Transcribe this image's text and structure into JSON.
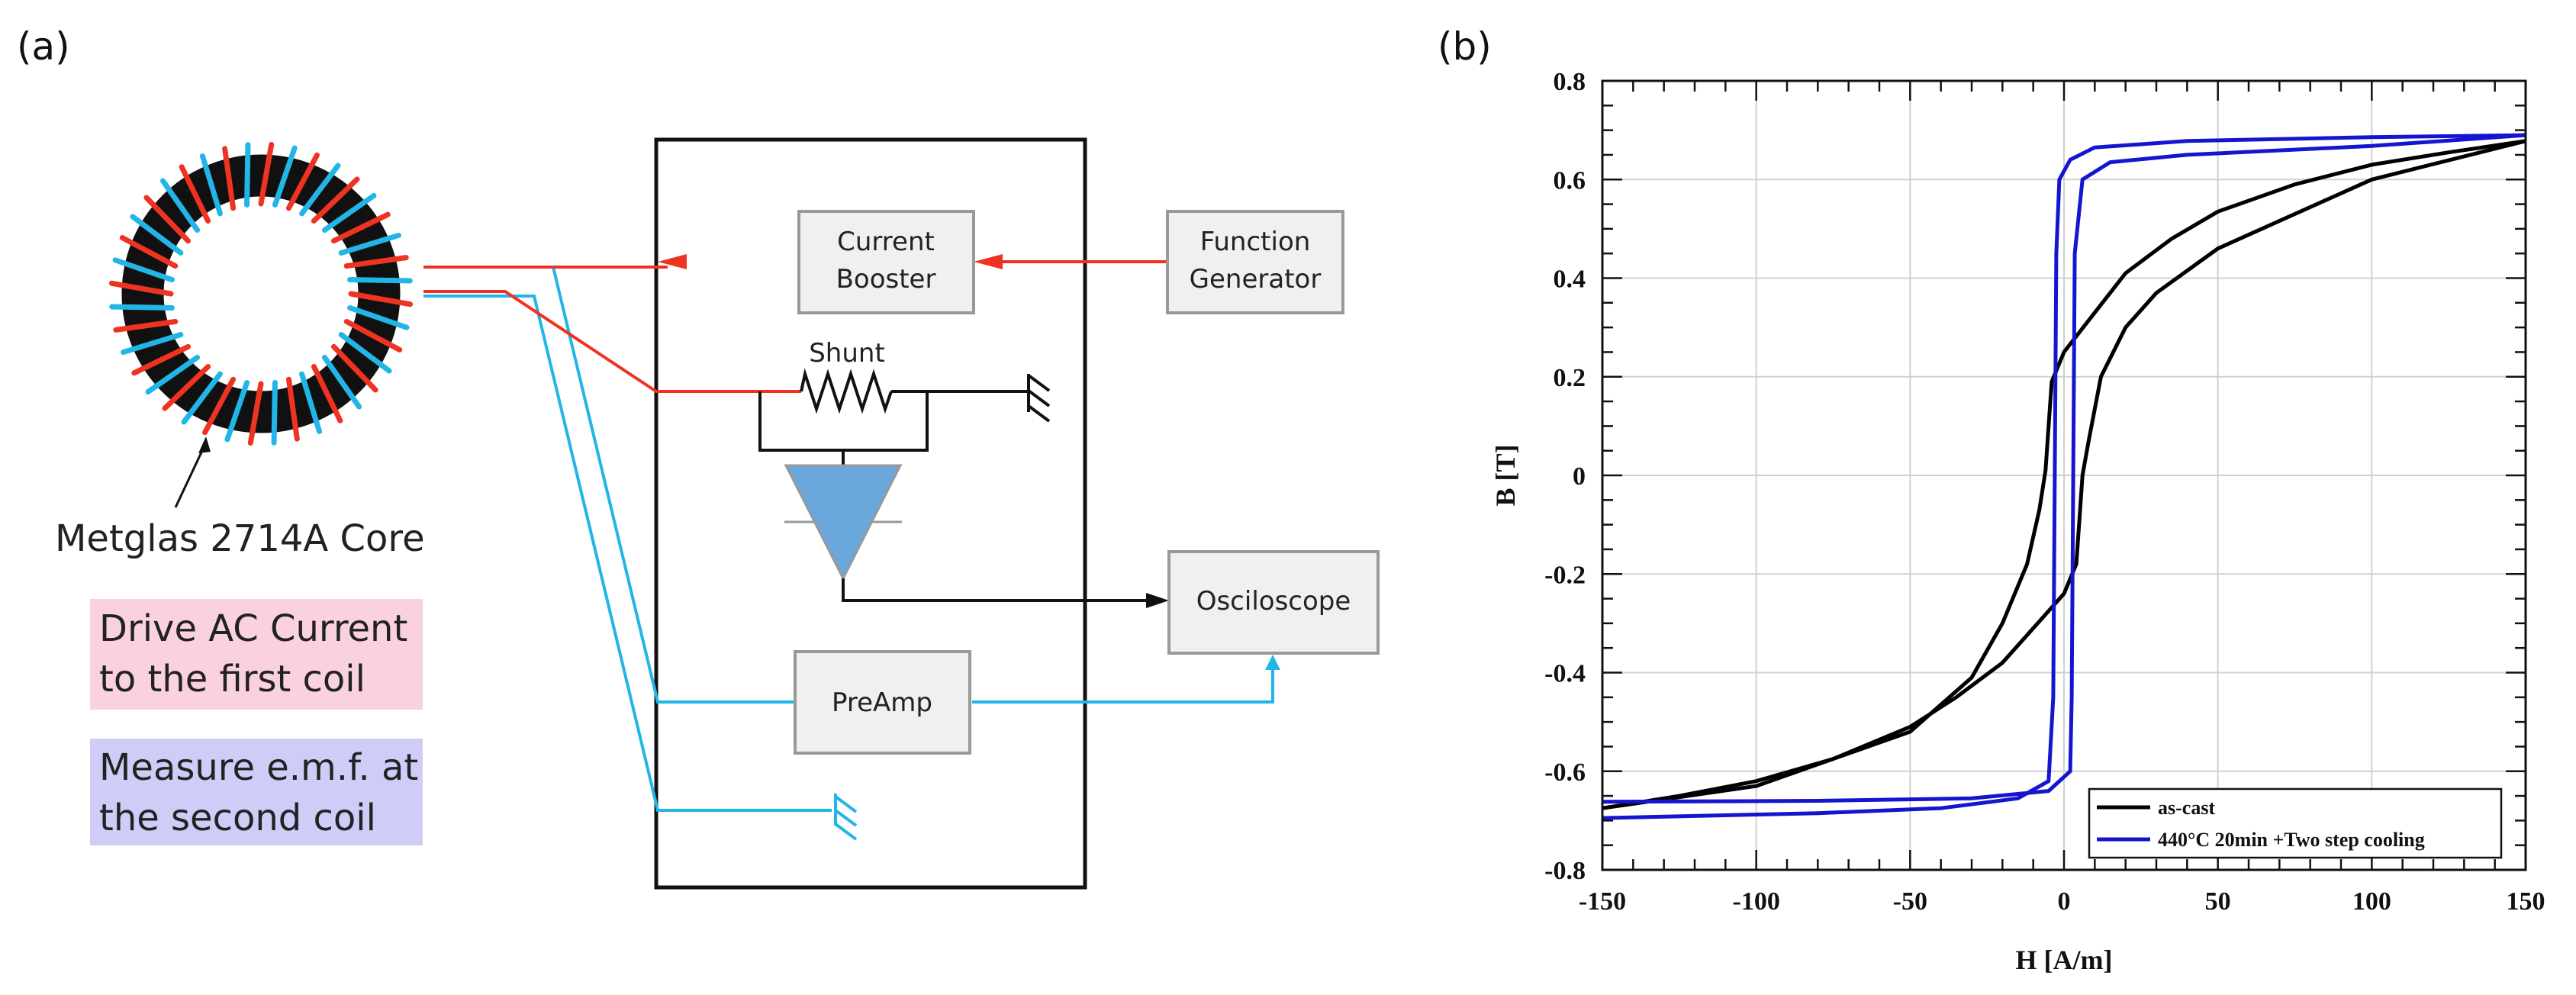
{
  "panel_a": {
    "label": "(a)",
    "core_label": "Metglas 2714A Core",
    "blocks": {
      "current_booster": [
        "Current",
        "Booster"
      ],
      "function_generator": [
        "Function",
        "Generator"
      ],
      "oscilloscope": "Osciloscope",
      "preamp": "PreAmp",
      "shunt": "Shunt"
    },
    "legend": {
      "drive": [
        "Drive AC Current",
        "to the first coil"
      ],
      "measure": [
        "Measure e.m.f. at",
        "the second coil"
      ]
    },
    "colors": {
      "drive_wire": "#ee3322",
      "sense_wire": "#22b5e8",
      "drive_box": "#f9d2de",
      "measure_box": "#cfcdf8",
      "amplifier": "#6aa8dc",
      "block_fill": "#f0f0f0",
      "block_border": "#999999"
    }
  },
  "panel_b": {
    "label": "(b)"
  },
  "chart_data": {
    "type": "line",
    "xlabel": "H [A/m]",
    "ylabel": "B [T]",
    "xlim": [
      -150,
      150
    ],
    "ylim": [
      -0.8,
      0.8
    ],
    "xticks": [
      -150,
      -100,
      -50,
      0,
      50,
      100,
      150
    ],
    "yticks": [
      -0.8,
      -0.6,
      -0.4,
      -0.2,
      0,
      0.2,
      0.4,
      0.6,
      0.8
    ],
    "xtick_labels": [
      "-150",
      "-100",
      "-50",
      "0",
      "50",
      "100",
      "150"
    ],
    "ytick_labels": [
      "-0.8",
      "-0.6",
      "-0.4",
      "-0.2",
      "0",
      "0.2",
      "0.4",
      "0.6",
      "0.8"
    ],
    "grid": true,
    "legend_position": "bottom-right",
    "series": [
      {
        "name": "as-cast",
        "color": "#000000",
        "upper_branch": [
          [
            -150,
            -0.675
          ],
          [
            -100,
            -0.63
          ],
          [
            -50,
            -0.52
          ],
          [
            -30,
            -0.41
          ],
          [
            -20,
            -0.3
          ],
          [
            -12,
            -0.18
          ],
          [
            -8,
            -0.07
          ],
          [
            -6,
            0.01
          ],
          [
            -5,
            0.1
          ],
          [
            -4,
            0.19
          ],
          [
            0,
            0.25
          ],
          [
            10,
            0.33
          ],
          [
            20,
            0.41
          ],
          [
            35,
            0.48
          ],
          [
            50,
            0.535
          ],
          [
            75,
            0.59
          ],
          [
            100,
            0.63
          ],
          [
            125,
            0.655
          ],
          [
            150,
            0.678
          ]
        ],
        "lower_branch": [
          [
            150,
            0.678
          ],
          [
            100,
            0.6
          ],
          [
            50,
            0.46
          ],
          [
            30,
            0.37
          ],
          [
            20,
            0.3
          ],
          [
            12,
            0.2
          ],
          [
            8,
            0.07
          ],
          [
            6,
            0.0
          ],
          [
            5,
            -0.09
          ],
          [
            4,
            -0.18
          ],
          [
            0,
            -0.24
          ],
          [
            -10,
            -0.31
          ],
          [
            -20,
            -0.38
          ],
          [
            -35,
            -0.45
          ],
          [
            -50,
            -0.51
          ],
          [
            -75,
            -0.575
          ],
          [
            -100,
            -0.62
          ],
          [
            -125,
            -0.65
          ],
          [
            -150,
            -0.675
          ]
        ]
      },
      {
        "name": "440°C 20min +Two step cooling",
        "color": "#1515d0",
        "upper_branch": [
          [
            -150,
            -0.695
          ],
          [
            -80,
            -0.685
          ],
          [
            -40,
            -0.675
          ],
          [
            -15,
            -0.655
          ],
          [
            -5,
            -0.62
          ],
          [
            -3.5,
            -0.45
          ],
          [
            -3,
            0.0
          ],
          [
            -2.5,
            0.45
          ],
          [
            -1.5,
            0.6
          ],
          [
            2,
            0.64
          ],
          [
            10,
            0.665
          ],
          [
            40,
            0.678
          ],
          [
            100,
            0.686
          ],
          [
            150,
            0.69
          ]
        ],
        "lower_branch": [
          [
            150,
            0.69
          ],
          [
            100,
            0.668
          ],
          [
            40,
            0.65
          ],
          [
            15,
            0.635
          ],
          [
            6,
            0.6
          ],
          [
            3.5,
            0.45
          ],
          [
            3,
            0.0
          ],
          [
            2.5,
            -0.45
          ],
          [
            2,
            -0.6
          ],
          [
            -5,
            -0.64
          ],
          [
            -30,
            -0.655
          ],
          [
            -80,
            -0.66
          ],
          [
            -150,
            -0.662
          ]
        ]
      }
    ]
  }
}
